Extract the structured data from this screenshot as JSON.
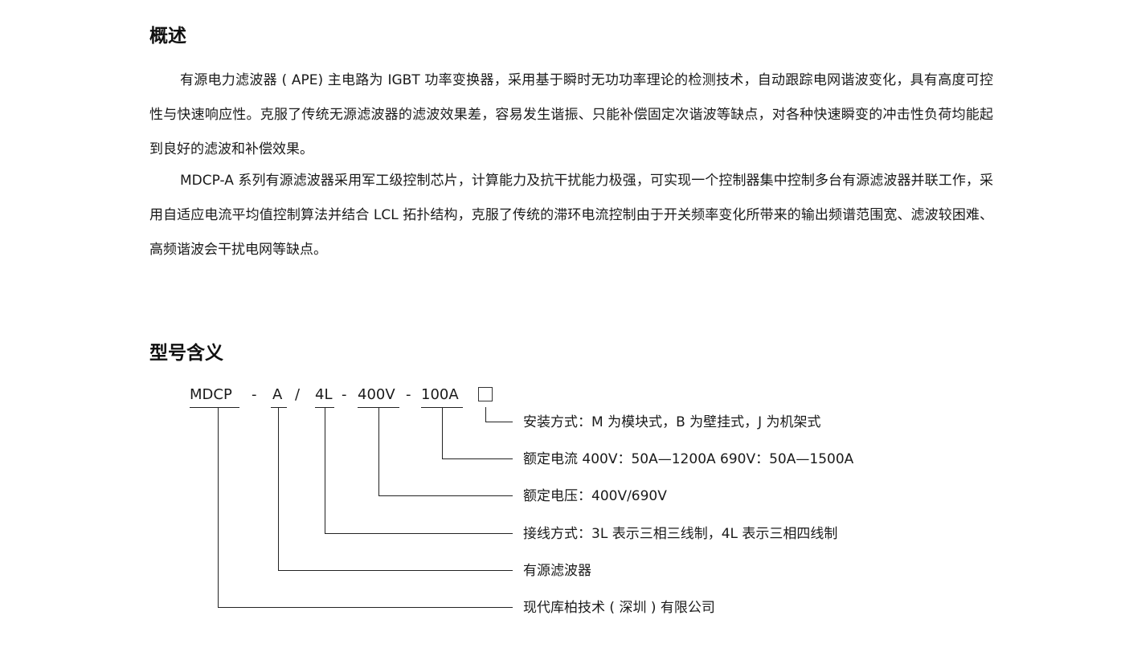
{
  "overview": {
    "title": "概述",
    "paragraphs": [
      "有源电力滤波器 ( APE) 主电路为 IGBT 功率变换器，采用基于瞬时无功功率理论的检测技术，自动跟踪电网谐波变化，具有高度可控性与快速响应性。克服了传统无源滤波器的滤波效果差，容易发生谐振、只能补偿固定次谐波等缺点，对各种快速瞬变的冲击性负荷均能起到良好的滤波和补偿效果。",
      "MDCP-A 系列有源滤波器采用军工级控制芯片，计算能力及抗干扰能力极强，可实现一个控制器集中控制多台有源滤波器并联工作，采用自适应电流平均值控制算法并结合 LCL 拓扑结构，克服了传统的滞环电流控制由于开关频率变化所带来的输出频谱范围宽、滤波较困难、高频谐波会干扰电网等缺点。"
    ]
  },
  "model": {
    "title": "型号含义",
    "code": {
      "series": "MDCP",
      "sep1": "-",
      "type": "A",
      "slash": "/",
      "wiring": "4L",
      "sep2": "-",
      "voltage": "400V",
      "sep3": "-",
      "current": "100A"
    },
    "descriptions": [
      "安装方式：M 为模块式，B 为壁挂式，J 为机架式",
      "额定电流 400V：50A—1200A  690V：50A—1500A",
      "额定电压：400V/690V",
      "接线方式：3L 表示三相三线制，4L 表示三相四线制",
      "有源滤波器",
      "现代库柏技术 ( 深圳 ) 有限公司"
    ]
  }
}
